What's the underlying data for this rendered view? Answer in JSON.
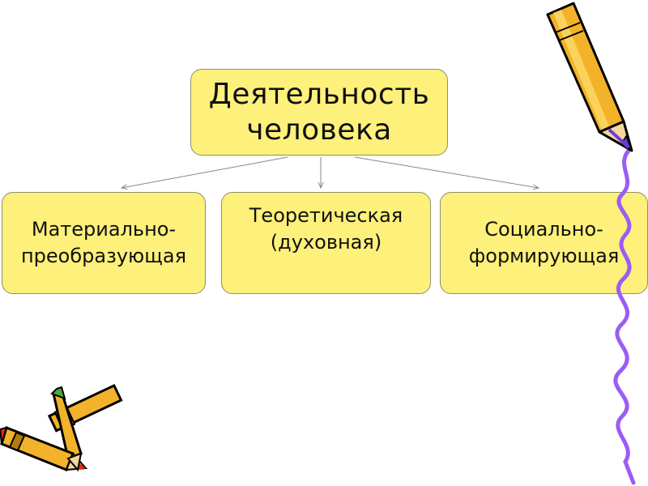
{
  "diagram": {
    "root": {
      "lines": [
        "Деятельность",
        "человека"
      ]
    },
    "children": [
      {
        "lines": [
          "Материально-",
          "преобразующая"
        ]
      },
      {
        "lines": [
          "Теоретическая",
          "(духовная)"
        ]
      },
      {
        "lines": [
          "Социально-",
          "формирующая"
        ]
      }
    ]
  },
  "colors": {
    "box_fill": "#fdf07b",
    "box_border": "#8f8f6a",
    "connector": "#888888",
    "scribble": "#9a5cf5",
    "crayon_body": "#f2b32a",
    "crayon_tip_red": "#e0251d",
    "crayon_tip_green": "#4fa63a"
  },
  "decorations": [
    "pencil-icon",
    "scribble-line",
    "crayon-icon"
  ]
}
